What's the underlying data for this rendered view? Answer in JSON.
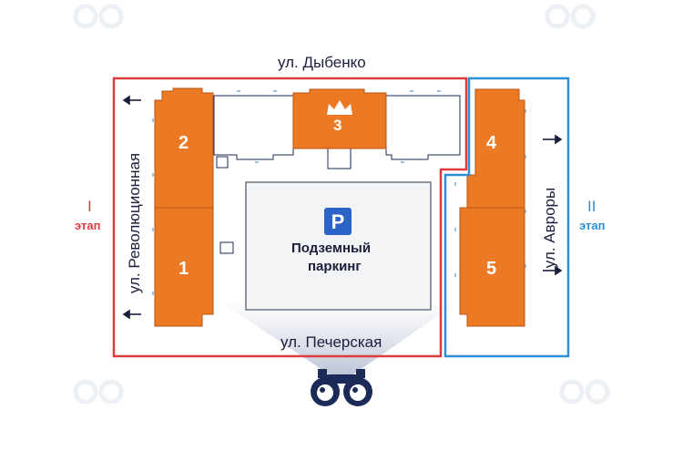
{
  "streets": {
    "north": "ул. Дыбенко",
    "south": "ул. Печерская",
    "west": "ул. Революционная",
    "east": "ул. Авроры"
  },
  "stages": [
    {
      "numeral": "I",
      "word": "этап",
      "color": "#e03a3e"
    },
    {
      "numeral": "II",
      "word": "этап",
      "color": "#2f8fd6"
    }
  ],
  "buildings": [
    {
      "number": "1"
    },
    {
      "number": "2"
    },
    {
      "number": "3",
      "icon": "crown-icon"
    },
    {
      "number": "4"
    },
    {
      "number": "5"
    }
  ],
  "parking": {
    "icon_letter": "P",
    "line1": "Подземный",
    "line2": "паркинг"
  },
  "view_point": {
    "icon": "binoculars-icon"
  },
  "colors": {
    "building_orange": "#ec7a25",
    "stage1_red": "#e03a3e",
    "stage2_blue": "#2f8fd6",
    "navy": "#1b2a57",
    "parking_blue": "#2c63c6"
  }
}
